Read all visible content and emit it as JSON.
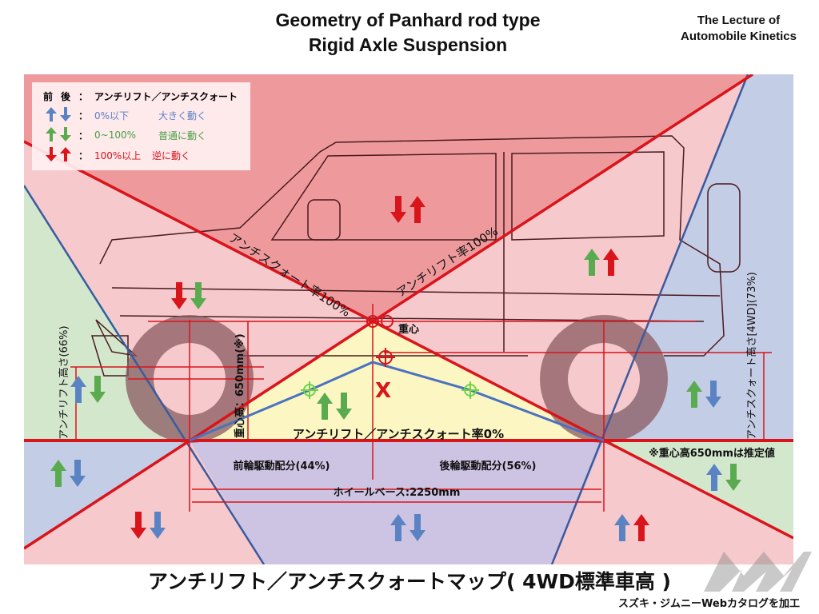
{
  "header": {
    "title_line1": "Geometry of Panhard rod type",
    "title_line2": "Rigid Axle Suspension",
    "lecture_line1": "The Lecture of",
    "lecture_line2": "Automobile Kinetics"
  },
  "legend": {
    "header_front": "前",
    "header_rear": "後",
    "header_colon": "：",
    "header_text": "アンチリフト／アンチスクォート",
    "rows": [
      {
        "range": "0%以下",
        "meaning": "大きく動く",
        "color": "#5b83c4"
      },
      {
        "range": "0~100%",
        "meaning": "普通に動く",
        "color": "#4aa047"
      },
      {
        "range": "100%以上",
        "meaning": "逆に動く",
        "color": "#d9141b"
      }
    ]
  },
  "labels": {
    "anti_squat_100": "アンチスクォート率100%",
    "anti_lift_100": "アンチリフト率100%",
    "cg": "重心",
    "cg_height": "重心高：650mm(※)",
    "anti_lift_height": "アンチリフト高さ(66%)",
    "anti_squat_height": "アンチスクォート高さ[4WD](73%)",
    "zero_line": "アンチリフト／アンチスクォート率0%",
    "front_drive": "前輪駆動配分(44%)",
    "rear_drive": "後輪駆動配分(56%)",
    "wheelbase": "ホイールベース:2250mm",
    "estimate_note": "※重心高650mmは推定値",
    "instant_center_mark": "X"
  },
  "footer": {
    "map_title": "アンチリフト／アンチスクォートマップ( 4WD標準車高 )",
    "credit": "スズキ・ジムニーWebカタログを加工",
    "watermark": "MF Motor-Fan"
  },
  "colors": {
    "red": "#d9141b",
    "blue": "#5b83c4",
    "green": "#5aab4f",
    "zone_top": "#ee9a9c",
    "zone_pink": "#f6c9cc",
    "zone_green": "#d3e7cd",
    "zone_blue": "#c4cde6",
    "zone_yellow": "#fbf6c2",
    "zone_purple": "#cdc3e3"
  }
}
